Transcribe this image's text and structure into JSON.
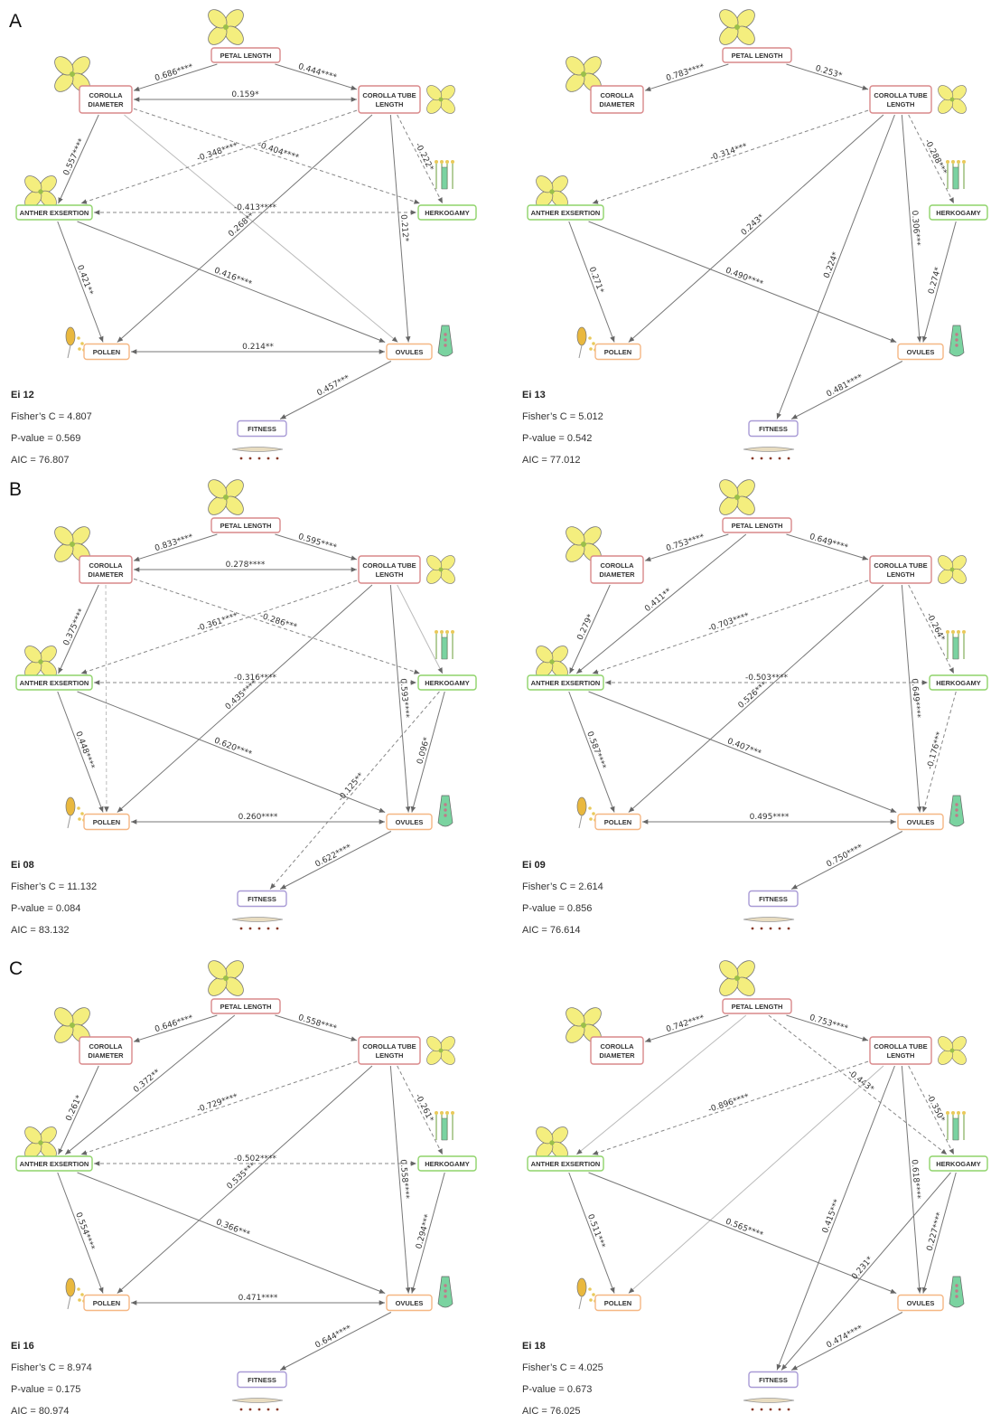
{
  "sections": [
    "A",
    "B",
    "C"
  ],
  "colors": {
    "floral_node": "#d9888a",
    "sexual_node": "#8fd36a",
    "fitness_trait_node": "#f5b784",
    "fitness_node": "#a99bd6",
    "edge": "#777777",
    "edge_light": "#bbbbbb",
    "petal_yellow": "#f4ee7e",
    "ovule_green": "#7ad3a0"
  },
  "nodes": {
    "petal": "PETAL LENGTH",
    "corolla_dia": [
      "COROLLA",
      "DIAMETER"
    ],
    "corolla_tube": [
      "COROLLA TUBE",
      "LENGTH"
    ],
    "anther": "ANTHER EXSERTION",
    "herk": "HERKOGAMY",
    "pollen": "POLLEN",
    "ovules": "OVULES",
    "fitness": "FITNESS"
  },
  "stat_labels": {
    "fisher": "Fisher’s C = ",
    "pvalue": "P-value = ",
    "aic": "AIC = "
  },
  "panels": [
    {
      "title": "Ei 12",
      "fisher_c": "4.807",
      "p_value": "0.569",
      "aic": "76.807",
      "edges": [
        {
          "from": "petal",
          "to": "corolla_dia",
          "label": "0.686****",
          "style": "solid"
        },
        {
          "from": "petal",
          "to": "corolla_tube",
          "label": "0.444****",
          "style": "solid"
        },
        {
          "from": "corolla_dia",
          "to": "corolla_tube",
          "label": "0.159*",
          "style": "solid",
          "double": true
        },
        {
          "from": "corolla_dia",
          "to": "anther",
          "label": "0.557****",
          "style": "solid"
        },
        {
          "from": "corolla_dia",
          "to": "herk",
          "label": "-0.404****",
          "style": "dashed"
        },
        {
          "from": "corolla_dia",
          "to": "ovules",
          "label": "",
          "style": "light"
        },
        {
          "from": "corolla_tube",
          "to": "anther",
          "label": "-0.348****",
          "style": "dashed"
        },
        {
          "from": "corolla_tube",
          "to": "herk",
          "label": "-0.222*",
          "style": "dashed"
        },
        {
          "from": "corolla_tube",
          "to": "pollen",
          "label": "0.268**",
          "style": "solid"
        },
        {
          "from": "corolla_tube",
          "to": "ovules",
          "label": "0.212*",
          "style": "solid"
        },
        {
          "from": "anther",
          "to": "herk",
          "label": "-0.413****",
          "style": "dashed",
          "double": true
        },
        {
          "from": "anther",
          "to": "pollen",
          "label": "0.421**",
          "style": "solid"
        },
        {
          "from": "anther",
          "to": "ovules",
          "label": "0.416****",
          "style": "solid"
        },
        {
          "from": "pollen",
          "to": "ovules",
          "label": "0.214**",
          "style": "solid",
          "double": true
        },
        {
          "from": "ovules",
          "to": "fitness",
          "label": "0.457***",
          "style": "solid"
        }
      ]
    },
    {
      "title": "Ei 13",
      "fisher_c": "5.012",
      "p_value": "0.542",
      "aic": "77.012",
      "edges": [
        {
          "from": "petal",
          "to": "corolla_dia",
          "label": "0.783****",
          "style": "solid"
        },
        {
          "from": "petal",
          "to": "corolla_tube",
          "label": "0.253*",
          "style": "solid"
        },
        {
          "from": "corolla_tube",
          "to": "anther",
          "label": "-0.314***",
          "style": "dashed"
        },
        {
          "from": "corolla_tube",
          "to": "herk",
          "label": "-0.288***",
          "style": "dashed"
        },
        {
          "from": "corolla_tube",
          "to": "pollen",
          "label": "0.243*",
          "style": "solid"
        },
        {
          "from": "corolla_tube",
          "to": "fitness",
          "label": "0.224*",
          "style": "solid"
        },
        {
          "from": "corolla_tube",
          "to": "ovules",
          "label": "0.306***",
          "style": "solid"
        },
        {
          "from": "anther",
          "to": "pollen",
          "label": "0.271*",
          "style": "solid"
        },
        {
          "from": "anther",
          "to": "ovules",
          "label": "0.490****",
          "style": "solid"
        },
        {
          "from": "herk",
          "to": "ovules",
          "label": "0.274*",
          "style": "solid"
        },
        {
          "from": "ovules",
          "to": "fitness",
          "label": "0.481****",
          "style": "solid"
        }
      ]
    },
    {
      "title": "Ei 08",
      "fisher_c": "11.132",
      "p_value": "0.084",
      "aic": "83.132",
      "edges": [
        {
          "from": "petal",
          "to": "corolla_dia",
          "label": "0.833****",
          "style": "solid"
        },
        {
          "from": "petal",
          "to": "corolla_tube",
          "label": "0.595****",
          "style": "solid"
        },
        {
          "from": "corolla_dia",
          "to": "corolla_tube",
          "label": "0.278****",
          "style": "solid",
          "double": true
        },
        {
          "from": "corolla_dia",
          "to": "anther",
          "label": "0.375****",
          "style": "solid"
        },
        {
          "from": "corolla_dia",
          "to": "herk",
          "label": "-0.286***",
          "style": "dashed"
        },
        {
          "from": "corolla_dia",
          "to": "pollen",
          "label": "",
          "style": "dashed-light"
        },
        {
          "from": "corolla_tube",
          "to": "anther",
          "label": "-0.361****",
          "style": "dashed"
        },
        {
          "from": "corolla_tube",
          "to": "herk",
          "label": "",
          "style": "light"
        },
        {
          "from": "corolla_tube",
          "to": "pollen",
          "label": "0.435****",
          "style": "solid"
        },
        {
          "from": "corolla_tube",
          "to": "ovules",
          "label": "0.593****",
          "style": "solid"
        },
        {
          "from": "anther",
          "to": "herk",
          "label": "-0.316****",
          "style": "dashed",
          "double": true
        },
        {
          "from": "anther",
          "to": "pollen",
          "label": "0.448****",
          "style": "solid"
        },
        {
          "from": "anther",
          "to": "ovules",
          "label": "0.620****",
          "style": "solid"
        },
        {
          "from": "herk",
          "to": "ovules",
          "label": "0.096*",
          "style": "solid"
        },
        {
          "from": "herk",
          "to": "fitness",
          "label": "-0.125**",
          "style": "dashed"
        },
        {
          "from": "pollen",
          "to": "ovules",
          "label": "0.260****",
          "style": "solid",
          "double": true
        },
        {
          "from": "ovules",
          "to": "fitness",
          "label": "0.622****",
          "style": "solid"
        }
      ]
    },
    {
      "title": "Ei 09",
      "fisher_c": "2.614",
      "p_value": "0.856",
      "aic": "76.614",
      "edges": [
        {
          "from": "petal",
          "to": "corolla_dia",
          "label": "0.753****",
          "style": "solid"
        },
        {
          "from": "petal",
          "to": "corolla_tube",
          "label": "0.649****",
          "style": "solid"
        },
        {
          "from": "petal",
          "to": "anther",
          "label": "0.411**",
          "style": "solid"
        },
        {
          "from": "corolla_dia",
          "to": "anther",
          "label": "0.279*",
          "style": "solid"
        },
        {
          "from": "corolla_tube",
          "to": "anther",
          "label": "-0.703****",
          "style": "dashed"
        },
        {
          "from": "corolla_tube",
          "to": "herk",
          "label": "-0.264*",
          "style": "dashed"
        },
        {
          "from": "corolla_tube",
          "to": "pollen",
          "label": "0.526***",
          "style": "solid"
        },
        {
          "from": "corolla_tube",
          "to": "ovules",
          "label": "0.649****",
          "style": "solid"
        },
        {
          "from": "anther",
          "to": "herk",
          "label": "-0.503****",
          "style": "dashed",
          "double": true
        },
        {
          "from": "anther",
          "to": "pollen",
          "label": "0.587****",
          "style": "solid"
        },
        {
          "from": "anther",
          "to": "ovules",
          "label": "0.407***",
          "style": "solid"
        },
        {
          "from": "herk",
          "to": "ovules",
          "label": "-0.176***",
          "style": "dashed"
        },
        {
          "from": "pollen",
          "to": "ovules",
          "label": "0.495****",
          "style": "solid",
          "double": true
        },
        {
          "from": "ovules",
          "to": "fitness",
          "label": "0.750****",
          "style": "solid"
        }
      ]
    },
    {
      "title": "Ei 16",
      "fisher_c": "8.974",
      "p_value": "0.175",
      "aic": "80.974",
      "edges": [
        {
          "from": "petal",
          "to": "corolla_dia",
          "label": "0.646****",
          "style": "solid"
        },
        {
          "from": "petal",
          "to": "corolla_tube",
          "label": "0.558****",
          "style": "solid"
        },
        {
          "from": "petal",
          "to": "anther",
          "label": "0.372**",
          "style": "solid"
        },
        {
          "from": "corolla_dia",
          "to": "anther",
          "label": "0.261*",
          "style": "solid"
        },
        {
          "from": "corolla_tube",
          "to": "anther",
          "label": "-0.729****",
          "style": "dashed"
        },
        {
          "from": "corolla_tube",
          "to": "herk",
          "label": "-0.261*",
          "style": "dashed"
        },
        {
          "from": "corolla_tube",
          "to": "pollen",
          "label": "0.535***",
          "style": "solid"
        },
        {
          "from": "corolla_tube",
          "to": "ovules",
          "label": "0.558****",
          "style": "solid"
        },
        {
          "from": "anther",
          "to": "herk",
          "label": "-0.502****",
          "style": "dashed",
          "double": true
        },
        {
          "from": "anther",
          "to": "pollen",
          "label": "0.554****",
          "style": "solid"
        },
        {
          "from": "anther",
          "to": "ovules",
          "label": "0.366***",
          "style": "solid"
        },
        {
          "from": "herk",
          "to": "ovules",
          "label": "0.294***",
          "style": "solid"
        },
        {
          "from": "pollen",
          "to": "ovules",
          "label": "0.471****",
          "style": "solid",
          "double": true
        },
        {
          "from": "ovules",
          "to": "fitness",
          "label": "0.644****",
          "style": "solid"
        }
      ]
    },
    {
      "title": "Ei 18",
      "fisher_c": "4.025",
      "p_value": "0.673",
      "aic": "76.025",
      "edges": [
        {
          "from": "petal",
          "to": "corolla_dia",
          "label": "0.742****",
          "style": "solid"
        },
        {
          "from": "petal",
          "to": "corolla_tube",
          "label": "0.753****",
          "style": "solid"
        },
        {
          "from": "petal",
          "to": "anther",
          "label": "",
          "style": "light"
        },
        {
          "from": "petal",
          "to": "herk",
          "label": "-0.443*",
          "style": "dashed"
        },
        {
          "from": "corolla_tube",
          "to": "anther",
          "label": "-0.896****",
          "style": "dashed"
        },
        {
          "from": "corolla_tube",
          "to": "herk",
          "label": "-0.350*",
          "style": "dashed"
        },
        {
          "from": "corolla_tube",
          "to": "pollen",
          "label": "",
          "style": "light"
        },
        {
          "from": "corolla_tube",
          "to": "fitness",
          "label": "0.415***",
          "style": "solid"
        },
        {
          "from": "corolla_tube",
          "to": "ovules",
          "label": "0.618****",
          "style": "solid"
        },
        {
          "from": "anther",
          "to": "pollen",
          "label": "0.511***",
          "style": "solid"
        },
        {
          "from": "anther",
          "to": "ovules",
          "label": "0.565****",
          "style": "solid"
        },
        {
          "from": "herk",
          "to": "ovules",
          "label": "0.227****",
          "style": "solid"
        },
        {
          "from": "herk",
          "to": "fitness",
          "label": "0.231*",
          "style": "solid"
        },
        {
          "from": "ovules",
          "to": "fitness",
          "label": "0.474****",
          "style": "solid"
        }
      ]
    }
  ]
}
